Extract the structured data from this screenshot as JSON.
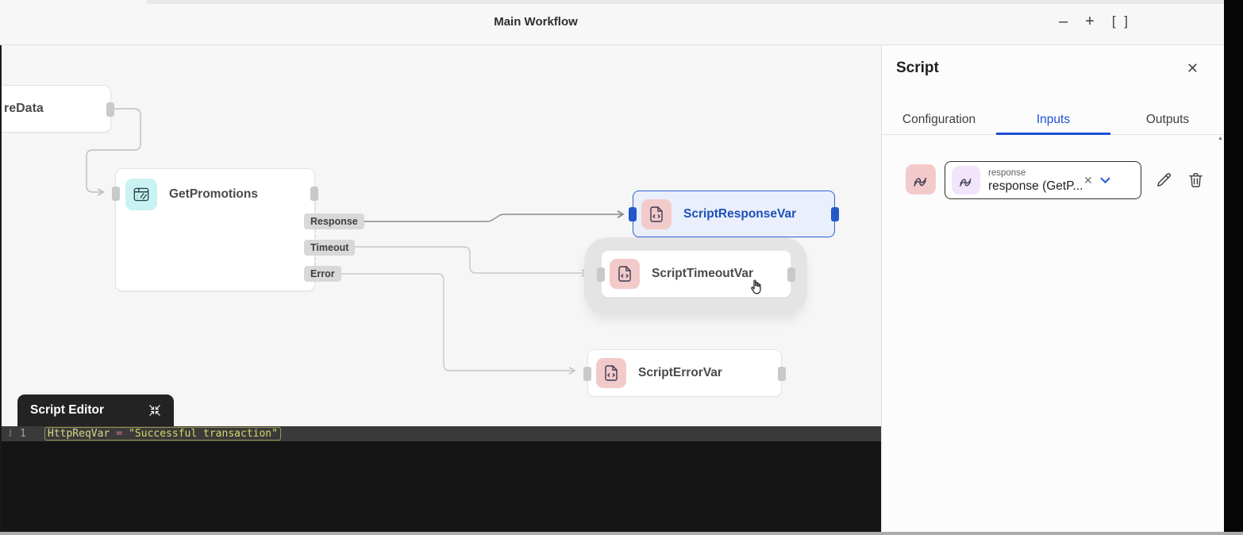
{
  "titlebar": {
    "title": "Main Workflow",
    "minimize_label": "–",
    "zoom_label": "+",
    "fullscreen_label": "[ ]"
  },
  "canvas": {
    "nodes": {
      "redata": {
        "label": "reData"
      },
      "get_promotions": {
        "label": "GetPromotions"
      },
      "script_response": {
        "label": "ScriptResponseVar"
      },
      "script_timeout": {
        "label": "ScriptTimeoutVar"
      },
      "script_error": {
        "label": "ScriptErrorVar"
      }
    },
    "ports": [
      {
        "label": "Response"
      },
      {
        "label": "Timeout"
      },
      {
        "label": "Error"
      }
    ]
  },
  "script_editor": {
    "tab_label": "Script Editor",
    "gutter_marker": "i",
    "line_number": "1",
    "code_variable": "HttpReqVar",
    "code_operator": "=",
    "code_string": "\"Successful transaction\""
  },
  "panel": {
    "title": "Script",
    "close_label": "✕",
    "scroll_up_label": "▲",
    "tabs": [
      {
        "label": "Configuration"
      },
      {
        "label": "Inputs"
      },
      {
        "label": "Outputs"
      }
    ],
    "active_tab": "Inputs",
    "input_row": {
      "field_label": "response",
      "field_value": "response (GetP...",
      "clear_label": "✕"
    }
  },
  "colors": {
    "accent_blue": "#1d4fd7",
    "selected_node_border": "#2f62d6",
    "selected_node_bg": "#e9effb",
    "icon_pink": "#f3caca",
    "icon_cyan": "#c9f3f3",
    "icon_lavender": "#f1e4fb",
    "code_variable": "#d7d78a",
    "code_operator": "#e8729b",
    "code_string": "#d7d76a"
  }
}
